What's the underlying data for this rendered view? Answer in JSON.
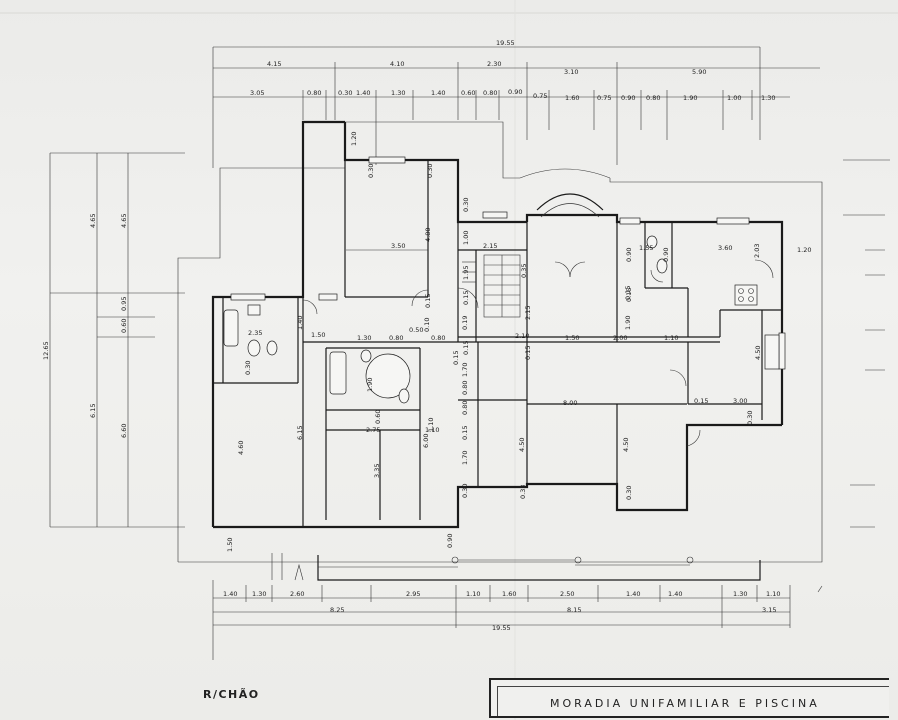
{
  "drawing": {
    "floor_label": "R/CHÃO",
    "project_title": "MORADIA UNIFAMILIAR E PISCINA"
  },
  "top_dimensions": {
    "overall": "19.55",
    "row1": [
      "4.15",
      "4.10",
      "2.30",
      "3.10",
      "5.90"
    ],
    "row2": [
      "3.05",
      "0.80",
      "0.30",
      "1.40",
      "1.30",
      "1.40",
      "0.60",
      "0.80",
      "0.90",
      "0.75",
      "1.60",
      "0.75",
      "0.90",
      "0.80",
      "1.90",
      "1.00",
      "1.30"
    ]
  },
  "bottom_dimensions": {
    "row1": [
      "1.40",
      "1.30",
      "2.60",
      "2.95",
      "1.10",
      "1.60",
      "2.50",
      "1.40",
      "1.40",
      "1.30",
      "1.10"
    ],
    "row2": [
      "8.25",
      "8.15",
      "3.15"
    ],
    "overall": "19.55"
  },
  "left_dimensions": {
    "overall": "12.65",
    "outer": [
      "4.65",
      "6.15"
    ],
    "inner": [
      "4.65",
      "0.95",
      "0.60",
      "6.60"
    ]
  },
  "room_labels": {
    "r1": [
      "1.20",
      "0.30",
      "0.30",
      "4.80",
      "3.50"
    ],
    "stair": [
      "0.30",
      "1.00",
      "2.15",
      "0.35",
      "1.95",
      "0.15",
      "0.15",
      "2.10"
    ],
    "center": [
      "1.50",
      "2.00",
      "1.90",
      "1.10",
      "0.15",
      "0.15",
      "2.15",
      "8.00",
      "4.50",
      "4.50",
      "0.30",
      "0.30",
      "0.33"
    ],
    "right": [
      "1.55",
      "0.90",
      "0.90",
      "3.60",
      "1.20",
      "2.03",
      "0.15",
      "4.50",
      "0.15",
      "3.00",
      "0.30"
    ],
    "left": [
      "2.35",
      "1.40",
      "1.50",
      "1.30",
      "0.80",
      "0.50",
      "0.10",
      "0.80",
      "1.90",
      "0.60",
      "2.75",
      "1.10",
      "6.15",
      "3.35",
      "6.00",
      "4.60",
      "1.70",
      "0.80",
      "0.15",
      "1.70",
      "0.30",
      "0.19",
      "0.15",
      "1.50",
      "1.10",
      "0.15",
      "0.80",
      "0.90"
    ]
  }
}
